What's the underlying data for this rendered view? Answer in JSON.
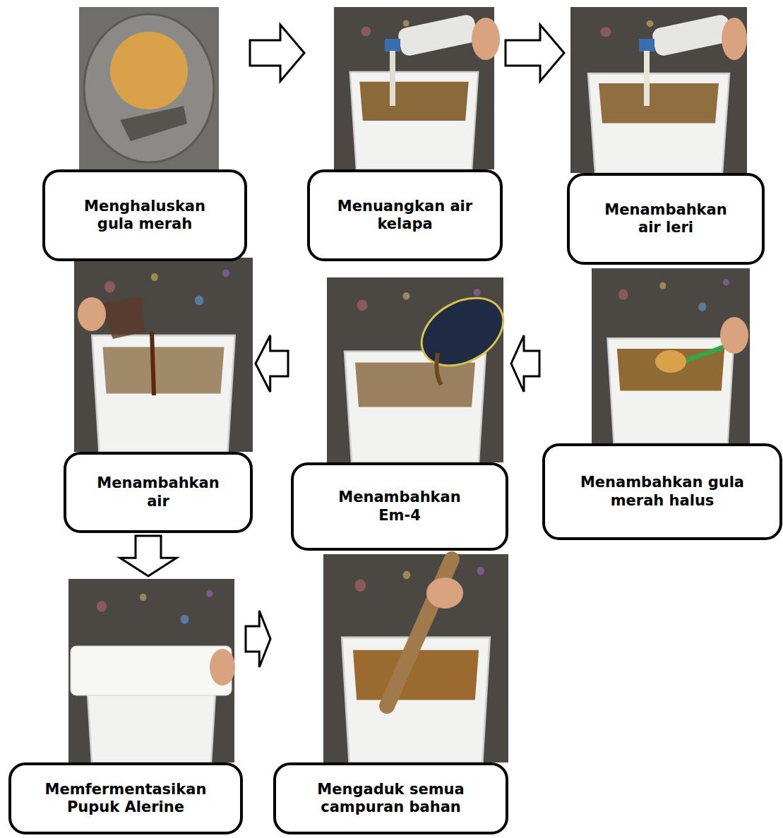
{
  "diagram": {
    "nodes": [
      {
        "text": [
          "Menghaluskan gula merah"
        ]
      },
      {
        "text": [
          "Menuangkan air kelapa"
        ]
      },
      {
        "text": [
          "Menambahkan air leri"
        ]
      },
      {
        "text": [
          "Menambahkan gula merah halus"
        ]
      },
      {
        "text": [
          "Menambahkan Em-4"
        ]
      },
      {
        "text": [
          "Menambahkan air"
        ]
      },
      {
        "text": [
          "Memfermentasikan Pupuk Alerine"
        ]
      },
      {
        "text": [
          "Mengaduk semua campuran bahan"
        ]
      }
    ],
    "edges": [
      {
        "from": 0,
        "to": 1,
        "arrow": "to"
      },
      {
        "from": 1,
        "to": 2,
        "arrow": "to"
      },
      {
        "from": 3,
        "to": 4,
        "arrow": "to"
      },
      {
        "from": 4,
        "to": 5,
        "arrow": "to"
      },
      {
        "from": 5,
        "to": 6,
        "arrow": "to"
      },
      {
        "from": 6,
        "to": 7,
        "arrow": "to"
      }
    ]
  }
}
